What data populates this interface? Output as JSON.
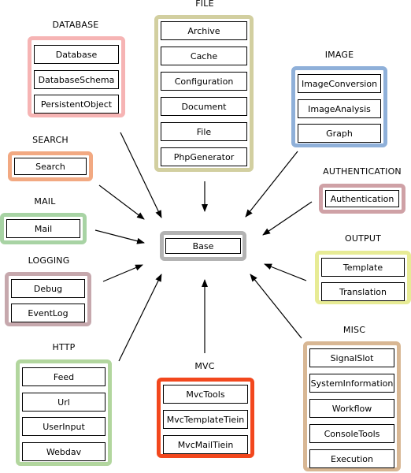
{
  "center": {
    "label": "Base",
    "color": "#b3b3b3"
  },
  "groups": {
    "file": {
      "title": "FILE",
      "color": "#d2cfa0",
      "items": [
        "Archive",
        "Cache",
        "Configuration",
        "Document",
        "File",
        "PhpGenerator"
      ]
    },
    "database": {
      "title": "DATABASE",
      "color": "#f6b4b4",
      "items": [
        "Database",
        "DatabaseSchema",
        "PersistentObject"
      ]
    },
    "image": {
      "title": "IMAGE",
      "color": "#8fb0d9",
      "items": [
        "ImageConversion",
        "ImageAnalysis",
        "Graph"
      ]
    },
    "search": {
      "title": "SEARCH",
      "color": "#f2a982",
      "items": [
        "Search"
      ]
    },
    "authentication": {
      "title": "AUTHENTICATION",
      "color": "#cfa1a6",
      "items": [
        "Authentication"
      ]
    },
    "mail": {
      "title": "MAIL",
      "color": "#a8d3a4",
      "items": [
        "Mail"
      ]
    },
    "output": {
      "title": "OUTPUT",
      "color": "#e7eb95",
      "items": [
        "Template",
        "Translation"
      ]
    },
    "logging": {
      "title": "LOGGING",
      "color": "#c6a8ad",
      "items": [
        "Debug",
        "EventLog"
      ]
    },
    "misc": {
      "title": "MISC",
      "color": "#d8b794",
      "items": [
        "SignalSlot",
        "SystemInformation",
        "Workflow",
        "ConsoleTools",
        "Execution"
      ]
    },
    "http": {
      "title": "HTTP",
      "color": "#b2d69e",
      "items": [
        "Feed",
        "Url",
        "UserInput",
        "Webdav"
      ]
    },
    "mvc": {
      "title": "MVC",
      "color": "#f2471d",
      "items": [
        "MvcTools",
        "MvcTemplateTiein",
        "MvcMailTiein"
      ]
    }
  }
}
